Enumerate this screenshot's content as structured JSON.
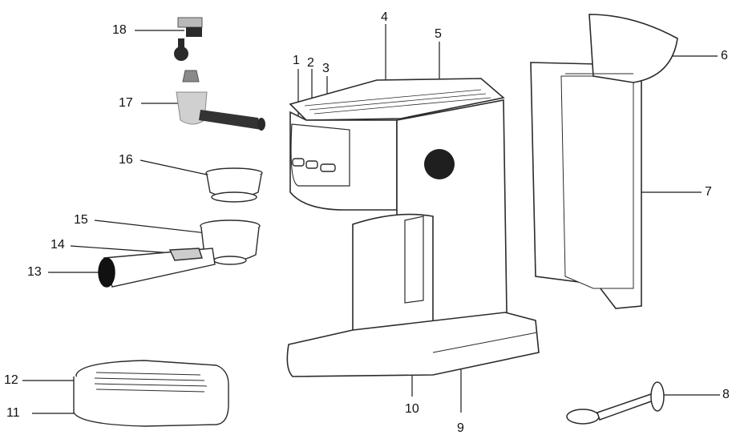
{
  "labels": {
    "l1": "1",
    "l2": "2",
    "l3": "3",
    "l4": "4",
    "l5": "5",
    "l6": "6",
    "l7": "7",
    "l8": "8",
    "l9": "9",
    "l10": "10",
    "l11": "11",
    "l12": "12",
    "l13": "13",
    "l14": "14",
    "l15": "15",
    "l16": "16",
    "l17": "17",
    "l18": "18"
  },
  "colors": {
    "line": "#1a1a1a",
    "outline": "#2b2b2b",
    "metal": "#b9b9b9",
    "dark": "#2a2a2a",
    "handle": "#333333"
  }
}
